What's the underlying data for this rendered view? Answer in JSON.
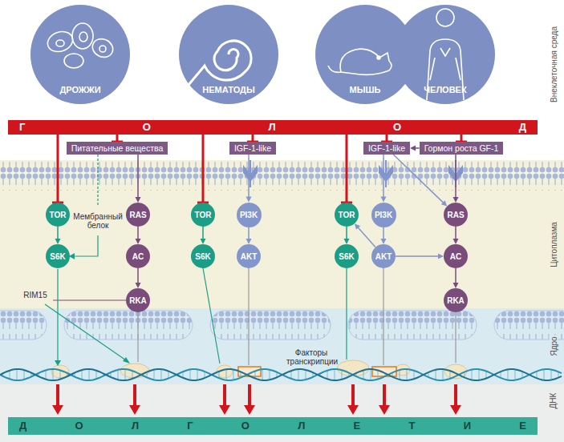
{
  "diagram": {
    "nodes": [
      {
        "text": [
          "ДРОЖЖИ"
        ]
      },
      {
        "text": [
          "НЕМАТОДЫ"
        ]
      },
      {
        "text": [
          "МЫШЬ"
        ]
      },
      {
        "text": [
          "ЧЕЛОВЕК"
        ]
      },
      {
        "text": [
          "Г О Л О Д"
        ]
      },
      {
        "text": [
          "Питательные вещества"
        ]
      },
      {
        "text": [
          "IGF-1-like"
        ]
      },
      {
        "text": [
          "IGF-1-like"
        ]
      },
      {
        "text": [
          "Гормон роста GF-1"
        ]
      },
      {
        "text": [
          "TOR"
        ]
      },
      {
        "text": [
          "RAS"
        ]
      },
      {
        "text": [
          "S6K"
        ]
      },
      {
        "text": [
          "AC"
        ]
      },
      {
        "text": [
          "RKA"
        ]
      },
      {
        "text": [
          "TOR"
        ]
      },
      {
        "text": [
          "PI3K"
        ]
      },
      {
        "text": [
          "S6K"
        ]
      },
      {
        "text": [
          "AKT"
        ]
      },
      {
        "text": [
          "TOR"
        ]
      },
      {
        "text": [
          "PI3K"
        ]
      },
      {
        "text": [
          "RAS"
        ]
      },
      {
        "text": [
          "S6K"
        ]
      },
      {
        "text": [
          "AKT"
        ]
      },
      {
        "text": [
          "AC"
        ]
      },
      {
        "text": [
          "RKA"
        ]
      },
      {
        "text": [
          "Д О Л Г О Л Е Т И Е"
        ]
      }
    ],
    "edges": [
      {
        "from": 4,
        "to": 9,
        "arrow": "to"
      },
      {
        "from": 4,
        "to": 5,
        "arrow": "to"
      },
      {
        "from": 4,
        "to": 14,
        "arrow": "to"
      },
      {
        "from": 4,
        "to": 6,
        "arrow": "to"
      },
      {
        "from": 4,
        "to": 18,
        "arrow": "to"
      },
      {
        "from": 4,
        "to": 7,
        "arrow": "to"
      },
      {
        "from": 4,
        "to": 8,
        "arrow": "to"
      },
      {
        "from": 5,
        "to": 10,
        "arrow": "to"
      },
      {
        "from": 9,
        "to": 11,
        "arrow": "to"
      },
      {
        "from": 10,
        "to": 12,
        "arrow": "to"
      },
      {
        "from": 12,
        "to": 13,
        "arrow": "to"
      },
      {
        "from": 14,
        "to": 16,
        "arrow": "to"
      },
      {
        "from": 6,
        "to": 15,
        "arrow": "to"
      },
      {
        "from": 15,
        "to": 17,
        "arrow": "to"
      },
      {
        "from": 18,
        "to": 21,
        "arrow": "to"
      },
      {
        "from": 7,
        "to": 19,
        "arrow": "to"
      },
      {
        "from": 19,
        "to": 22,
        "arrow": "to"
      },
      {
        "from": 22,
        "to": 18,
        "arrow": "to"
      },
      {
        "from": 8,
        "to": 7,
        "arrow": "to"
      },
      {
        "from": 7,
        "to": 20,
        "arrow": "to"
      },
      {
        "from": 8,
        "to": 20,
        "arrow": "to"
      },
      {
        "from": 20,
        "to": 23,
        "arrow": "to"
      },
      {
        "from": 23,
        "to": 24,
        "arrow": "to"
      },
      {
        "from": 22,
        "to": 23,
        "arrow": "to"
      }
    ],
    "labels": [
      "Мембранный белок",
      "RIM15",
      "Факторы транскрипции",
      "Внеклеточная среда",
      "Цитоплазма",
      "Ядро",
      "ДНК"
    ]
  }
}
